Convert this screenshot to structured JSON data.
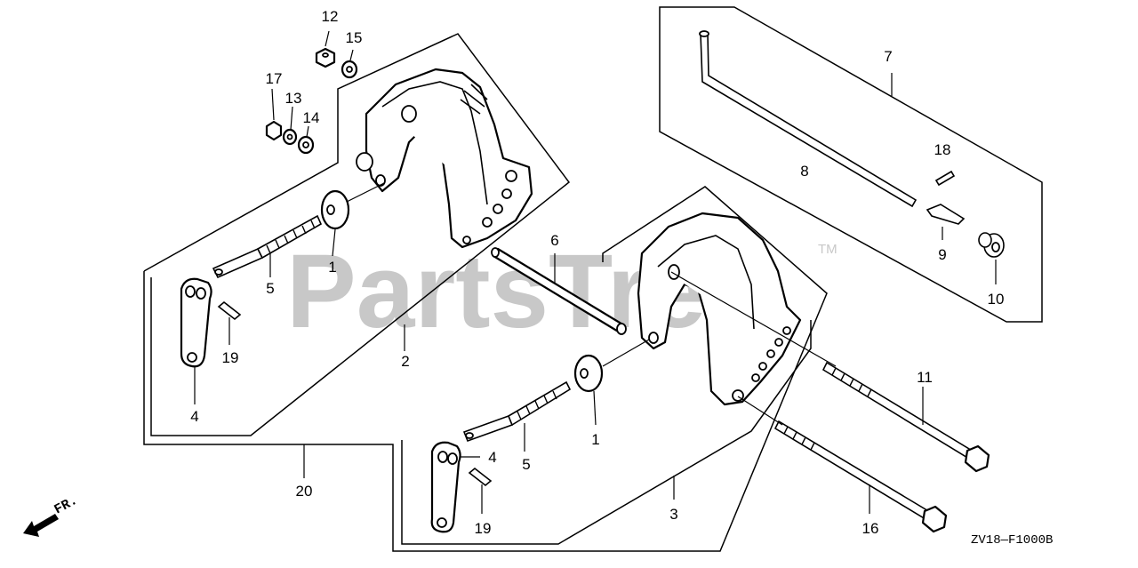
{
  "watermark": {
    "text": "PartsTree",
    "trademark": "TM"
  },
  "drawing_code": "ZV18—F1000B",
  "direction_label": "FR.",
  "callouts": {
    "c1a": "1",
    "c1b": "1",
    "c2": "2",
    "c3": "3",
    "c4a": "4",
    "c4b": "4",
    "c5a": "5",
    "c5b": "5",
    "c6": "6",
    "c7": "7",
    "c8": "8",
    "c9": "9",
    "c10": "10",
    "c11": "11",
    "c12": "12",
    "c13": "13",
    "c14": "14",
    "c15": "15",
    "c16": "16",
    "c17": "17",
    "c18": "18",
    "c19a": "19",
    "c19b": "19",
    "c20": "20"
  }
}
